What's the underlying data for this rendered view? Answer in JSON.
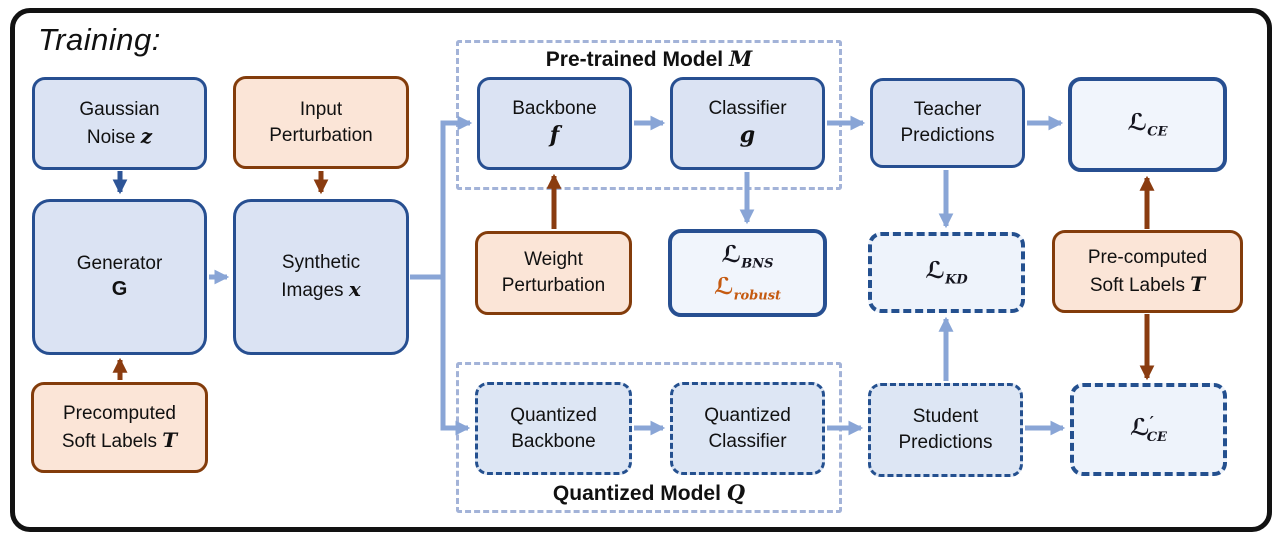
{
  "title": "Training:",
  "colors": {
    "box_blue_fill": "#dbe3f3",
    "box_blue_border": "#274f91",
    "loss_box_fill": "#f1f5fc",
    "orange_box_fill": "#fbe5d7",
    "orange_box_border": "#833c0b",
    "arrow_blue": "#89a5d6",
    "arrow_navy": "#2e5597",
    "arrow_brown": "#8a3c10",
    "container_dash": "#a3b3d8",
    "loss_robust_text": "#c55a11"
  },
  "containers": {
    "pretrained": {
      "label": "Pre-trained Model ",
      "var": "M"
    },
    "quantized": {
      "label": "Quantized Model ",
      "var": "Q"
    }
  },
  "boxes": {
    "gaussian_noise": {
      "line1": "Gaussian",
      "line2": "Noise ",
      "var": "z"
    },
    "input_perturbation": {
      "line1": "Input",
      "line2": "Perturbation"
    },
    "generator": {
      "line1": "Generator",
      "var": "G"
    },
    "synthetic_images": {
      "line1": "Synthetic",
      "line2": "Images ",
      "var": "x"
    },
    "precomputed_soft_labels": {
      "line1": "Precomputed",
      "line2": "Soft Labels ",
      "var": "T"
    },
    "backbone": {
      "line1": "Backbone",
      "var": "f"
    },
    "classifier": {
      "line1": "Classifier",
      "var": "g"
    },
    "weight_perturbation": {
      "line1": "Weight",
      "line2": "Perturbation"
    },
    "loss_bns": {
      "l1sym": "ℒ",
      "l1sub": "BNS",
      "l2sym": "ℒ",
      "l2sub": "robust"
    },
    "quantized_backbone": {
      "line1": "Quantized",
      "line2": "Backbone"
    },
    "quantized_classifier": {
      "line1": "Quantized",
      "line2": "Classifier"
    },
    "teacher_predictions": {
      "line1": "Teacher",
      "line2": "Predictions"
    },
    "student_predictions": {
      "line1": "Student",
      "line2": "Predictions"
    },
    "loss_ce": {
      "sym": "ℒ",
      "sub": "CE"
    },
    "loss_kd": {
      "sym": "ℒ",
      "sub": "KD"
    },
    "loss_ce_prime": {
      "sym": "ℒ",
      "prime": "′",
      "sub": "CE"
    },
    "precomputed_soft_labels_right": {
      "line1": "Pre-computed",
      "line2": "Soft Labels ",
      "var": "T"
    }
  }
}
